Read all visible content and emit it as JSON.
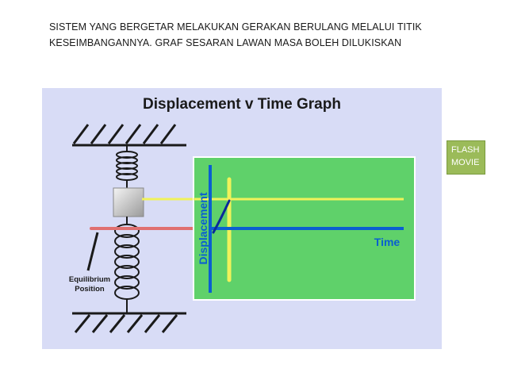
{
  "slide": {
    "line1": "SISTEM YANG BERGETAR MELAKUKAN GERAKAN BERULANG MELALUI TITIK",
    "line2": "KESEIMBANGANNYA. GRAF SESARAN LAWAN MASA BOLEH DILUKISKAN"
  },
  "diagram": {
    "title": "Displacement v Time Graph",
    "y_axis_label": "Displacement",
    "x_axis_label": "Time",
    "equilibrium_label_1": "Equilibrium",
    "equilibrium_label_2": "Position"
  },
  "flash_button": {
    "line1": "FLASH",
    "line2": "MOVIE"
  },
  "colors": {
    "panel_bg": "#d8dcf6",
    "graph_bg": "#5fd16a",
    "axis_blue": "#0a5fd0",
    "trace_yellow": "#f0f25a",
    "equilibrium_red": "#e07070",
    "button_green": "#9bbb59"
  }
}
